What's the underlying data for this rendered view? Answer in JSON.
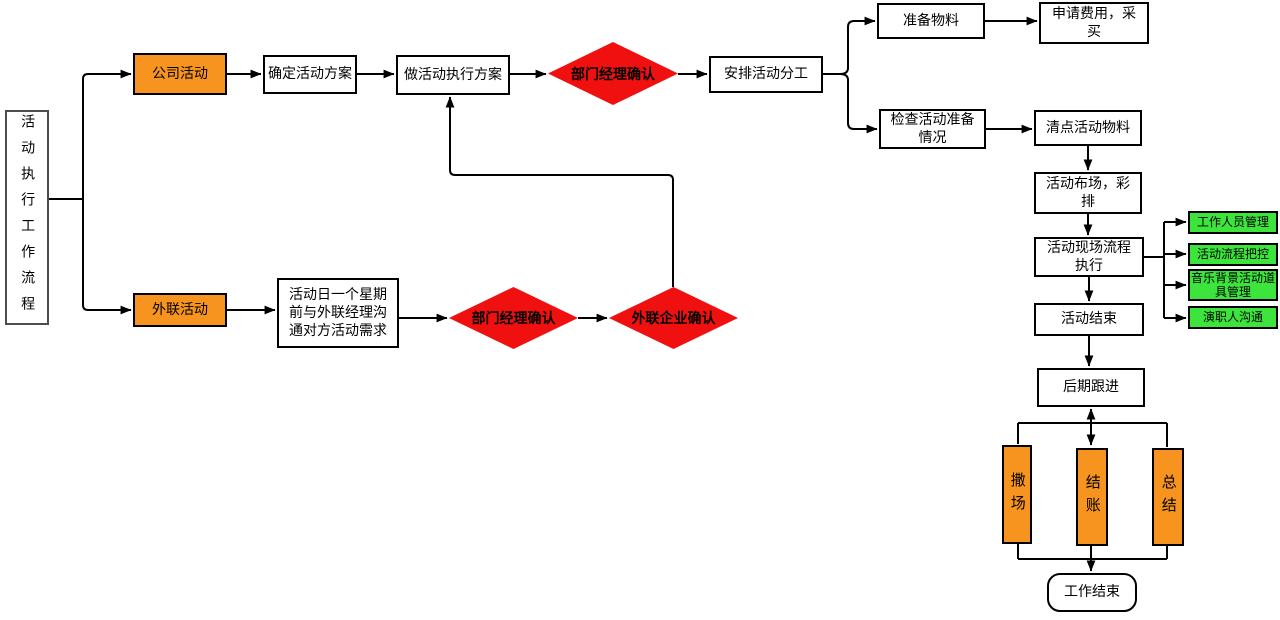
{
  "diagram_title": "活动执行工作流程",
  "colors": {
    "node_orange": "#F79420",
    "node_green": "#3CE43C",
    "diamond_red": "#F01010",
    "line_black": "#000000",
    "background": "#FFFFFF"
  },
  "nodes": {
    "root": {
      "label": "活动执行工作流程"
    },
    "company_activity": {
      "label": "公司活动"
    },
    "define_plan": {
      "label": "确定活动方案"
    },
    "make_execution_plan": {
      "label": "做活动执行方案"
    },
    "dept_confirm_1": {
      "label": "部门经理确认"
    },
    "arrange_division": {
      "label": "安排活动分工"
    },
    "prepare_materials": {
      "label": "准备物料"
    },
    "apply_expense": {
      "label": "申请费用，采买"
    },
    "check_preparation": {
      "label": "检查活动准备情况"
    },
    "count_materials": {
      "label": "清点活动物料"
    },
    "setup_rehearsal": {
      "label": "活动布场，彩排"
    },
    "onsite_process": {
      "label": "活动现场流程执行"
    },
    "staff_management": {
      "label": "工作人员管理"
    },
    "process_control": {
      "label": "活动流程把控"
    },
    "props_management": {
      "label": "音乐背景活动道具管理"
    },
    "cast_communication": {
      "label": "演职人沟通"
    },
    "activity_end": {
      "label": "活动结束"
    },
    "follow_up": {
      "label": "后期跟进"
    },
    "teardown": {
      "label": "撒场"
    },
    "settlement": {
      "label": "结账"
    },
    "summary": {
      "label": "总结"
    },
    "work_end": {
      "label": "工作结束"
    },
    "outreach_activity": {
      "label": "外联活动"
    },
    "outreach_brief": {
      "label": "活动日一个星期前与外联经理沟通对方活动需求"
    },
    "dept_confirm_2": {
      "label": "部门经理确认"
    },
    "partner_confirm": {
      "label": "外联企业确认"
    }
  }
}
